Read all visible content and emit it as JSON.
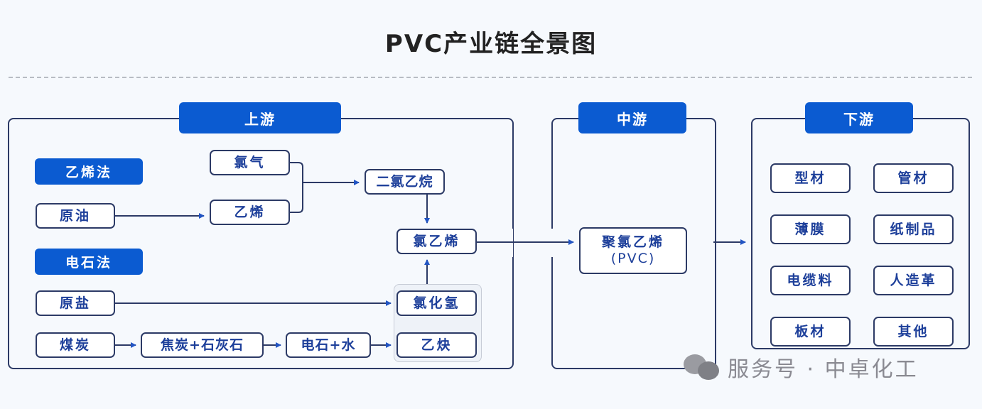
{
  "title": "PVC产业链全景图",
  "colors": {
    "accent": "#0b5bd1",
    "border": "#2c3a66",
    "node_text": "#1d3f9a",
    "arrow": "#2255c4",
    "background": "#f6f9fd"
  },
  "upstream": {
    "header": "上游",
    "methods": {
      "ethylene": "乙烯法",
      "carbide": "电石法"
    },
    "nodes": {
      "crude_oil": "原油",
      "chlorine": "氯气",
      "ethylene": "乙烯",
      "dichloroethane": "二氯乙烷",
      "vinyl_chloride": "氯乙烯",
      "raw_salt": "原盐",
      "hydrogen_chloride": "氯化氢",
      "coal": "煤炭",
      "coke_limestone": "焦炭+石灰石",
      "carbide_water": "电石+水",
      "acetylene": "乙炔"
    }
  },
  "midstream": {
    "header": "中游",
    "product_line1": "聚氯乙烯",
    "product_line2": "(PVC)"
  },
  "downstream": {
    "header": "下游",
    "items": [
      "型材",
      "管材",
      "薄膜",
      "纸制品",
      "电缆料",
      "人造革",
      "板材",
      "其他"
    ]
  },
  "watermark": {
    "icon": "wechat-icon",
    "text": "服务号 · 中卓化工"
  }
}
